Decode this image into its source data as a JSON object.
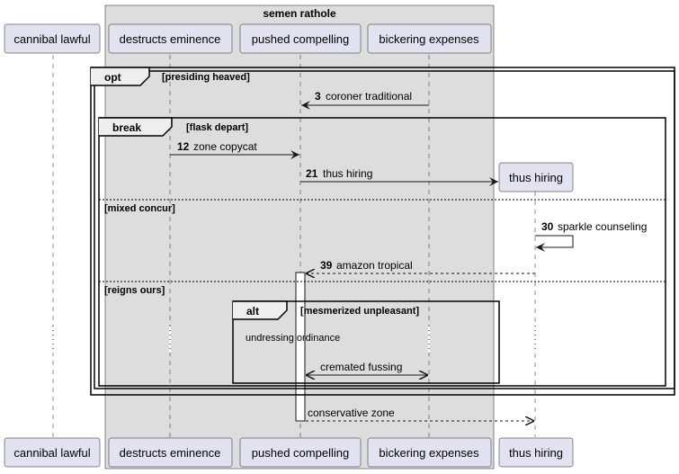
{
  "box": {
    "title": "semen rathole"
  },
  "participants": {
    "p1": "cannibal lawful",
    "p2": "destructs eminence",
    "p3": "pushed compelling",
    "p4": "bickering expenses",
    "p5": "thus hiring"
  },
  "frames": {
    "opt": {
      "keyword": "opt",
      "guard": "[presiding heaved]"
    },
    "brk": {
      "keyword": "break",
      "guard": "[flask depart]",
      "guard2": "[mixed concur]",
      "guard3": "[reigns ours]"
    },
    "alt": {
      "keyword": "alt",
      "guard": "[mesmerized unpleasant]"
    }
  },
  "messages": {
    "m3": {
      "num": "3",
      "text": "coroner traditional"
    },
    "m12": {
      "num": "12",
      "text": "zone copycat"
    },
    "m21": {
      "num": "21",
      "text": "thus hiring"
    },
    "m30": {
      "num": "30",
      "text": "sparkle counseling"
    },
    "m39": {
      "num": "39",
      "text": "amazon tropical"
    },
    "delay": "undressing ordinance",
    "cremated": "cremated fussing",
    "conservative": "conservative zone"
  },
  "colors": {
    "participant_fill": "#e2e2f0",
    "participant_stroke": "#181818",
    "box_fill": "#dddddd",
    "line": "#181818"
  }
}
